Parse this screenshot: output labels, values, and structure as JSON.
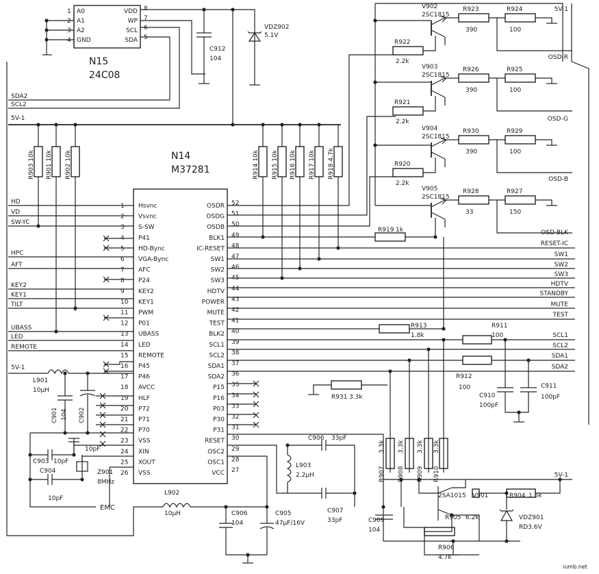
{
  "eeprom": {
    "ref": "N15",
    "part": "24C08",
    "pins_left": [
      {
        "num": "1",
        "name": "A0"
      },
      {
        "num": "2",
        "name": "A1"
      },
      {
        "num": "3",
        "name": "A2"
      },
      {
        "num": "4",
        "name": "GND"
      }
    ],
    "pins_right": [
      {
        "num": "8",
        "name": "VDD"
      },
      {
        "num": "7",
        "name": "WP"
      },
      {
        "num": "6",
        "name": "SCL"
      },
      {
        "num": "5",
        "name": "SDA"
      }
    ]
  },
  "mcu": {
    "ref": "N14",
    "part": "M37281",
    "pins_left": [
      {
        "num": "1",
        "name": "Hsvnc"
      },
      {
        "num": "2",
        "name": "Vsvnc"
      },
      {
        "num": "3",
        "name": "S-SW"
      },
      {
        "num": "4",
        "name": "P41"
      },
      {
        "num": "5",
        "name": "HD-Bync"
      },
      {
        "num": "6",
        "name": "VGA-Bync"
      },
      {
        "num": "7",
        "name": "AFC"
      },
      {
        "num": "8",
        "name": "P24"
      },
      {
        "num": "9",
        "name": "KEY2"
      },
      {
        "num": "10",
        "name": "KEY1"
      },
      {
        "num": "11",
        "name": "PWM"
      },
      {
        "num": "12",
        "name": "P01"
      },
      {
        "num": "13",
        "name": "UBASS"
      },
      {
        "num": "14",
        "name": "LED"
      },
      {
        "num": "15",
        "name": "REMOTE"
      },
      {
        "num": "16",
        "name": "P45"
      },
      {
        "num": "17",
        "name": "P46"
      },
      {
        "num": "18",
        "name": "AVCC"
      },
      {
        "num": "19",
        "name": "HLF"
      },
      {
        "num": "20",
        "name": "P72"
      },
      {
        "num": "21",
        "name": "P71"
      },
      {
        "num": "22",
        "name": "P70"
      },
      {
        "num": "23",
        "name": "VSS"
      },
      {
        "num": "24",
        "name": "XIN"
      },
      {
        "num": "25",
        "name": "XOUT"
      },
      {
        "num": "26",
        "name": "VSS"
      }
    ],
    "pins_right": [
      {
        "num": "52",
        "name": "OSDR"
      },
      {
        "num": "51",
        "name": "OSDG"
      },
      {
        "num": "50",
        "name": "OSDB"
      },
      {
        "num": "49",
        "name": "BLK1"
      },
      {
        "num": "48",
        "name": "IC-RESET"
      },
      {
        "num": "47",
        "name": "SW1"
      },
      {
        "num": "46",
        "name": "SW2"
      },
      {
        "num": "45",
        "name": "SW3"
      },
      {
        "num": "44",
        "name": "HDTV"
      },
      {
        "num": "43",
        "name": "POWER"
      },
      {
        "num": "42",
        "name": "MUTE"
      },
      {
        "num": "41",
        "name": "TEST"
      },
      {
        "num": "40",
        "name": "BLK2"
      },
      {
        "num": "39",
        "name": "SCL1"
      },
      {
        "num": "38",
        "name": "SCL2"
      },
      {
        "num": "37",
        "name": "SDA1"
      },
      {
        "num": "36",
        "name": "SDA2"
      },
      {
        "num": "35",
        "name": "P15"
      },
      {
        "num": "34",
        "name": "P16"
      },
      {
        "num": "33",
        "name": "P03"
      },
      {
        "num": "32",
        "name": "P30"
      },
      {
        "num": "31",
        "name": "P31"
      },
      {
        "num": "30",
        "name": "RESET"
      },
      {
        "num": "29",
        "name": "OSC2"
      },
      {
        "num": "28",
        "name": "OSC1"
      },
      {
        "num": "27",
        "name": "VCC"
      }
    ]
  },
  "net_labels_left": [
    "SDA2",
    "SCL2",
    "5V-1",
    "HD",
    "VD",
    "SW-YC",
    "HPC",
    "AFT",
    "KEY2",
    "KEY1",
    "TILT",
    "UBASS",
    "LED",
    "REMOTE",
    "5V-1"
  ],
  "net_labels_right": [
    "5V-1",
    "OSD-R",
    "OSD-G",
    "OSD-B",
    "OSD-BLK",
    "RESET-IC",
    "SW1",
    "SW2",
    "SW3",
    "HDTV",
    "STANDBY",
    "MUTE",
    "TEST",
    "SCL1",
    "SCL2",
    "SDA1",
    "SDA2",
    "5V-1"
  ],
  "pullups_left": [
    {
      "ref": "R903",
      "value": "10k"
    },
    {
      "ref": "R901",
      "value": "10k"
    },
    {
      "ref": "R902",
      "value": "10k"
    }
  ],
  "pullups_right": [
    {
      "ref": "R914",
      "value": "10k"
    },
    {
      "ref": "R915",
      "value": "10k"
    },
    {
      "ref": "R916",
      "value": "10k"
    },
    {
      "ref": "R917",
      "value": "10k"
    },
    {
      "ref": "R918",
      "value": "4.7k"
    }
  ],
  "osd_stages": [
    {
      "q": "V902",
      "type": "2SC1815",
      "rb_ref": "R922",
      "rb_val": "2.2k",
      "r1_ref": "R923",
      "r1_val": "390",
      "r2_ref": "R924",
      "r2_val": "100"
    },
    {
      "q": "V903",
      "type": "2SC1815",
      "rb_ref": "R921",
      "rb_val": "2.2k",
      "r1_ref": "R926",
      "r1_val": "390",
      "r2_ref": "R925",
      "r2_val": "100"
    },
    {
      "q": "V904",
      "type": "2SC1815",
      "rb_ref": "R920",
      "rb_val": "2.2k",
      "r1_ref": "R930",
      "r1_val": "390",
      "r2_ref": "R929",
      "r2_val": "100"
    },
    {
      "q": "V905",
      "type": "2SC1815",
      "rb_ref": "",
      "rb_val": "",
      "r1_ref": "R928",
      "r1_val": "33",
      "r2_ref": "R927",
      "r2_val": "150"
    }
  ],
  "parts": {
    "c912": {
      "ref": "C912",
      "value": "104"
    },
    "vdz902": {
      "ref": "VDZ902",
      "value": "5.1V"
    },
    "r919": {
      "ref": "R919",
      "value": "1k"
    },
    "r913": {
      "ref": "R913",
      "value": "1.8k"
    },
    "r911": {
      "ref": "R911",
      "value": "100"
    },
    "r912": {
      "ref": "R912",
      "value": "100"
    },
    "c910": {
      "ref": "C910",
      "value": "100pF"
    },
    "c911": {
      "ref": "C911",
      "value": "100pF"
    },
    "r931": {
      "ref": "R931",
      "value": "3.3k"
    },
    "l901": {
      "ref": "L901",
      "value": "10µH"
    },
    "c901": {
      "ref": "C901",
      "value": "104"
    },
    "c902": {
      "ref": "C902",
      "value": ""
    },
    "c903": {
      "ref": "C903",
      "value": "10pF"
    },
    "c904": {
      "ref": "C904",
      "value": "10pF"
    },
    "c_xtal": {
      "ref": "",
      "value": "10pF"
    },
    "z901": {
      "ref": "Z901",
      "value": "8MHz"
    },
    "emc": {
      "ref": "EMC",
      "value": ""
    },
    "l902": {
      "ref": "L902",
      "value": "10µH"
    },
    "c906a": {
      "ref": "C906",
      "value": "104"
    },
    "c905": {
      "ref": "C905",
      "value": "47µF/16V"
    },
    "c906b": {
      "ref": "C906",
      "value": "33pF"
    },
    "l903": {
      "ref": "L903",
      "value": "2.2µH"
    },
    "c907": {
      "ref": "C907",
      "value": "33pF"
    },
    "c909": {
      "ref": "C909",
      "value": "104"
    },
    "r907": {
      "ref": "R907",
      "value": "3.3k"
    },
    "r908": {
      "ref": "R908",
      "value": "3.3k"
    },
    "r909": {
      "ref": "R909",
      "value": "3.3k"
    },
    "r910": {
      "ref": "R910",
      "value": "3.3k"
    },
    "v901": {
      "ref": "V901",
      "value": "2SA1015"
    },
    "r904": {
      "ref": "R904",
      "value": "1.5k"
    },
    "r905": {
      "ref": "R905",
      "value": "6.2k"
    },
    "r906": {
      "ref": "R906",
      "value": "4.7k"
    },
    "vdz901": {
      "ref": "VDZ901",
      "value": "RD3.6V"
    }
  },
  "watermark": "iumb.net"
}
